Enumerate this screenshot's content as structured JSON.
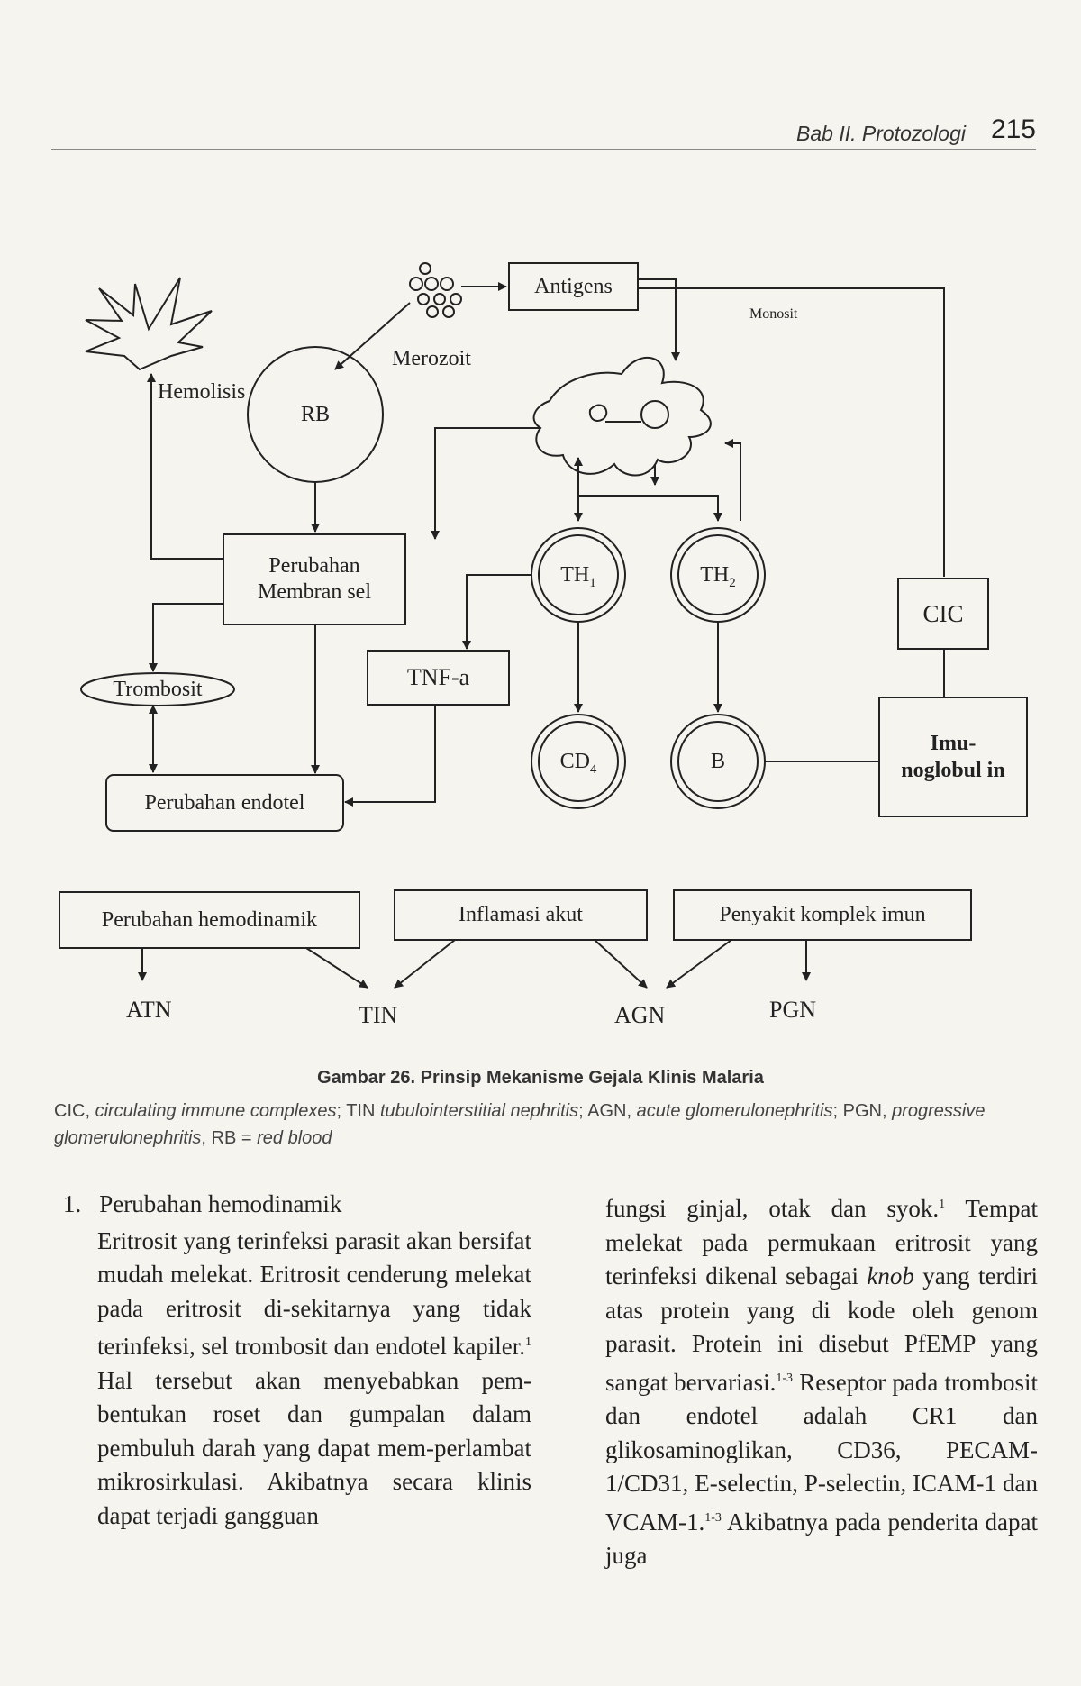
{
  "header": {
    "chapter": "Bab II. Protozologi",
    "page_number": "215"
  },
  "diagram": {
    "merozoit": "Merozoit",
    "antigens": "Antigens",
    "monosit": "Monosit",
    "rb": "RB",
    "hemolisis": "Hemolisis",
    "perubahan_membran": "Perubahan Membran sel",
    "th1_base": "TH",
    "th1_sub": "1",
    "th2_base": "TH",
    "th2_sub": "2",
    "cic": "CIC",
    "trombosit": "Trombosit",
    "tnf": "TNF-a",
    "cd4_base": "CD",
    "cd4_sub": "4",
    "b": "B",
    "imunoglobulin": "Imu-noglobul in",
    "perubahan_endotel": "Perubahan endotel",
    "perubahan_hemodinamik": "Perubahan hemodinamik",
    "inflamasi_akut": "Inflamasi akut",
    "penyakit_komplek_imun": "Penyakit komplek imun",
    "atn": "ATN",
    "tin": "TIN",
    "agn": "AGN",
    "pgn": "PGN"
  },
  "caption": {
    "title": "Gambar 26. Prinsip Mekanisme Gejala Klinis Malaria",
    "abbr_cic": "CIC, ",
    "def_cic": "circulating immune complexes",
    "abbr_tin": "; TIN ",
    "def_tin": "tubulointerstitial nephritis",
    "abbr_agn": "; AGN, ",
    "def_agn": "acute glomerulonephritis",
    "abbr_pgn": "; PGN, ",
    "def_pgn": "progressive glomerulonephritis",
    "abbr_rb": ", RB = ",
    "def_rb": "red blood"
  },
  "body": {
    "section_number": "1.",
    "section_title": "Perubahan hemodinamik",
    "left_para": "Eritrosit yang terinfeksi parasit akan bersifat mudah melekat. Eritrosit cenderung melekat pada eritrosit di-sekitarnya yang tidak terinfeksi, sel trombosit dan endotel kapiler.",
    "left_ref1": "1",
    "left_para_2": " Hal tersebut akan menyebabkan pem-bentukan roset dan gumpalan dalam pembuluh darah yang dapat mem-perlambat mikrosirkulasi. Akibatnya secara klinis dapat terjadi gangguan",
    "right_a": "fungsi ginjal, otak dan syok.",
    "right_ref_a": "1",
    "right_b": " Tempat melekat pada permukaan eritrosit yang terinfeksi dikenal sebagai ",
    "right_knob": "knob",
    "right_c": " yang terdiri atas protein yang di kode oleh genom parasit. Protein ini disebut PfEMP yang sangat bervariasi.",
    "right_ref_c": "1-3",
    "right_d": " Reseptor pada trombosit dan endotel adalah CR1 dan glikosaminoglikan, CD36, PECAM-1/CD31, E-selectin, P-selectin, ICAM-1 dan VCAM-1.",
    "right_ref_d": "1-3",
    "right_e": " Akibatnya pada penderita dapat juga"
  }
}
